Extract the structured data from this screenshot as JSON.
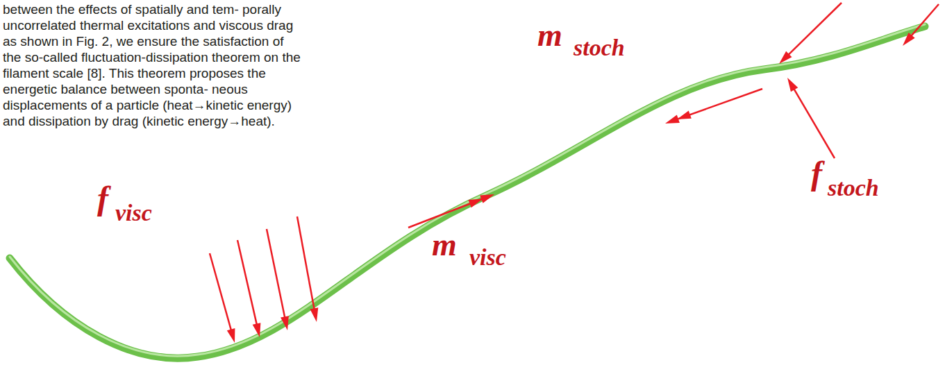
{
  "diagram": {
    "labels": [
      "between the effects of spatially and tem- porally uncorrelated thermal excitations and viscous drag as shown in Fig. 2, we ensure the satisfaction of the so-called fluctuation-dissipation theorem on the filament scale [8]. This theorem proposes the energetic balance between sponta- neous displacements of a particle (heat→kinetic energy) and dissipation by drag (kinetic energy→heat).",
      "m",
      "stoch",
      "f",
      "stoch",
      "f",
      "visc",
      "m",
      "visc"
    ]
  }
}
